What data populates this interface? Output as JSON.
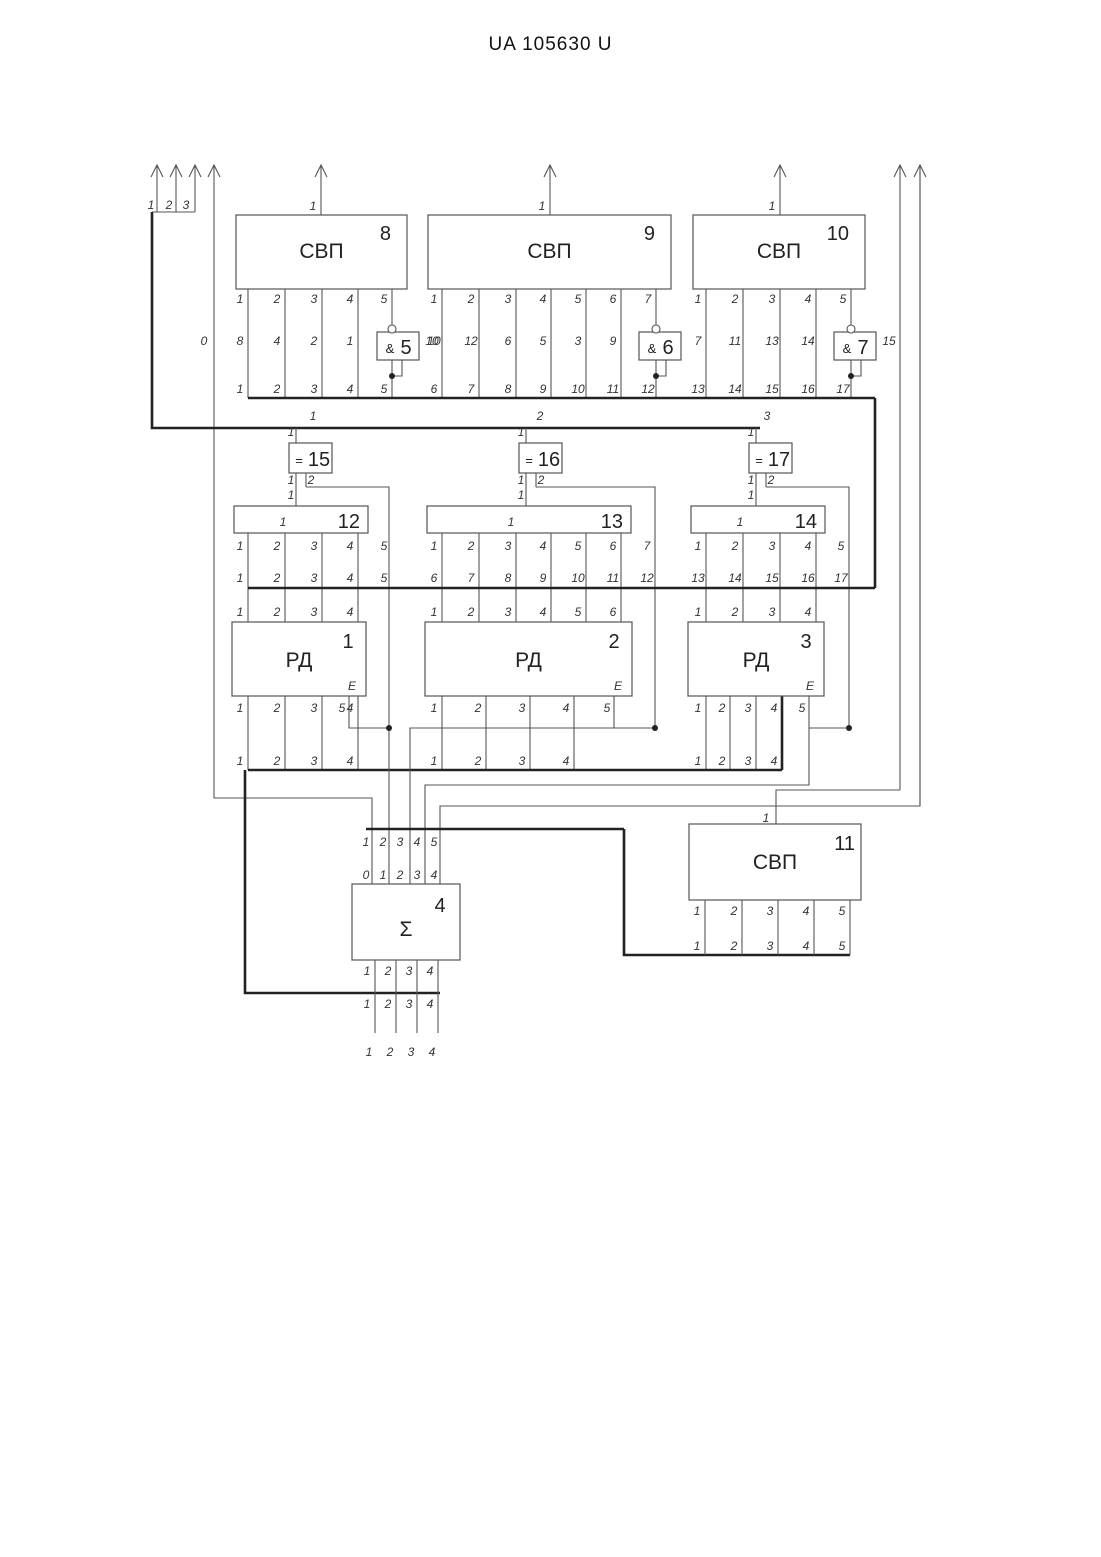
{
  "header": {
    "patent_number": "UA   105630   U"
  },
  "blocks": {
    "svp8": {
      "label": "СВП",
      "number": "8"
    },
    "svp9": {
      "label": "СВП",
      "number": "9"
    },
    "svp10": {
      "label": "СВП",
      "number": "10"
    },
    "svp11": {
      "label": "СВП",
      "number": "11"
    },
    "and5": {
      "label": "&",
      "number": "5"
    },
    "and6": {
      "label": "&",
      "number": "6"
    },
    "and7": {
      "label": "&",
      "number": "7"
    },
    "xor15": {
      "label": "=",
      "number": "15"
    },
    "xor16": {
      "label": "=",
      "number": "16"
    },
    "xor17": {
      "label": "=",
      "number": "17"
    },
    "reg12": {
      "label": "1",
      "number": "12"
    },
    "reg13": {
      "label": "1",
      "number": "13"
    },
    "reg14": {
      "label": "1",
      "number": "14"
    },
    "rd1": {
      "label": "РД",
      "number": "1"
    },
    "rd2": {
      "label": "РД",
      "number": "2"
    },
    "rd3": {
      "label": "РД",
      "number": "3"
    },
    "sum4": {
      "label": "Σ",
      "number": "4"
    }
  },
  "pins": {
    "top_outputs": [
      "1",
      "2",
      "3"
    ],
    "svp_out": "1",
    "zero": "0",
    "svp8_in": [
      "1",
      "2",
      "3",
      "4",
      "5"
    ],
    "svp8_mid": [
      "8",
      "4",
      "2",
      "1"
    ],
    "svp8_bus": [
      "1",
      "2",
      "3",
      "4",
      "5"
    ],
    "svp9_in": [
      "1",
      "2",
      "3",
      "4",
      "5",
      "6",
      "7"
    ],
    "svp9_mid": [
      "10",
      "12",
      "6",
      "5",
      "3",
      "9"
    ],
    "svp9_bus": [
      "6",
      "7",
      "8",
      "9",
      "10",
      "11",
      "12"
    ],
    "svp10_in": [
      "1",
      "2",
      "3",
      "4",
      "5"
    ],
    "svp10_mid": [
      "7",
      "11",
      "13",
      "14",
      "15"
    ],
    "svp10_bus": [
      "13",
      "14",
      "15",
      "16",
      "17"
    ],
    "bus_taps": [
      "1",
      "2",
      "3"
    ],
    "xor_in": [
      "1",
      "2"
    ],
    "reg12_in": [
      "1",
      "2",
      "3",
      "4",
      "5"
    ],
    "reg12_bus": [
      "1",
      "2",
      "3",
      "4",
      "5"
    ],
    "reg12_out": [
      "1",
      "2",
      "3",
      "4"
    ],
    "reg13_in": [
      "1",
      "2",
      "3",
      "4",
      "5",
      "6",
      "7"
    ],
    "reg13_bus": [
      "6",
      "7",
      "8",
      "9",
      "10",
      "11",
      "12"
    ],
    "reg13_out": [
      "1",
      "2",
      "3",
      "4",
      "5",
      "6"
    ],
    "reg14_in": [
      "1",
      "2",
      "3",
      "4",
      "5"
    ],
    "reg14_bus": [
      "13",
      "14",
      "15",
      "16",
      "17"
    ],
    "reg14_out": [
      "1",
      "2",
      "3",
      "4"
    ],
    "rd_e": "E",
    "rd_out": [
      "1",
      "2",
      "3",
      "4",
      "5"
    ],
    "rd_bus": [
      "1",
      "2",
      "3",
      "4"
    ],
    "sum_bus": [
      "1",
      "2",
      "3",
      "4",
      "5"
    ],
    "sum_in": [
      "0",
      "1",
      "2",
      "3",
      "4"
    ],
    "sum_out": [
      "1",
      "2",
      "3",
      "4"
    ],
    "svp11_in": [
      "1",
      "2",
      "3",
      "4",
      "5"
    ]
  }
}
